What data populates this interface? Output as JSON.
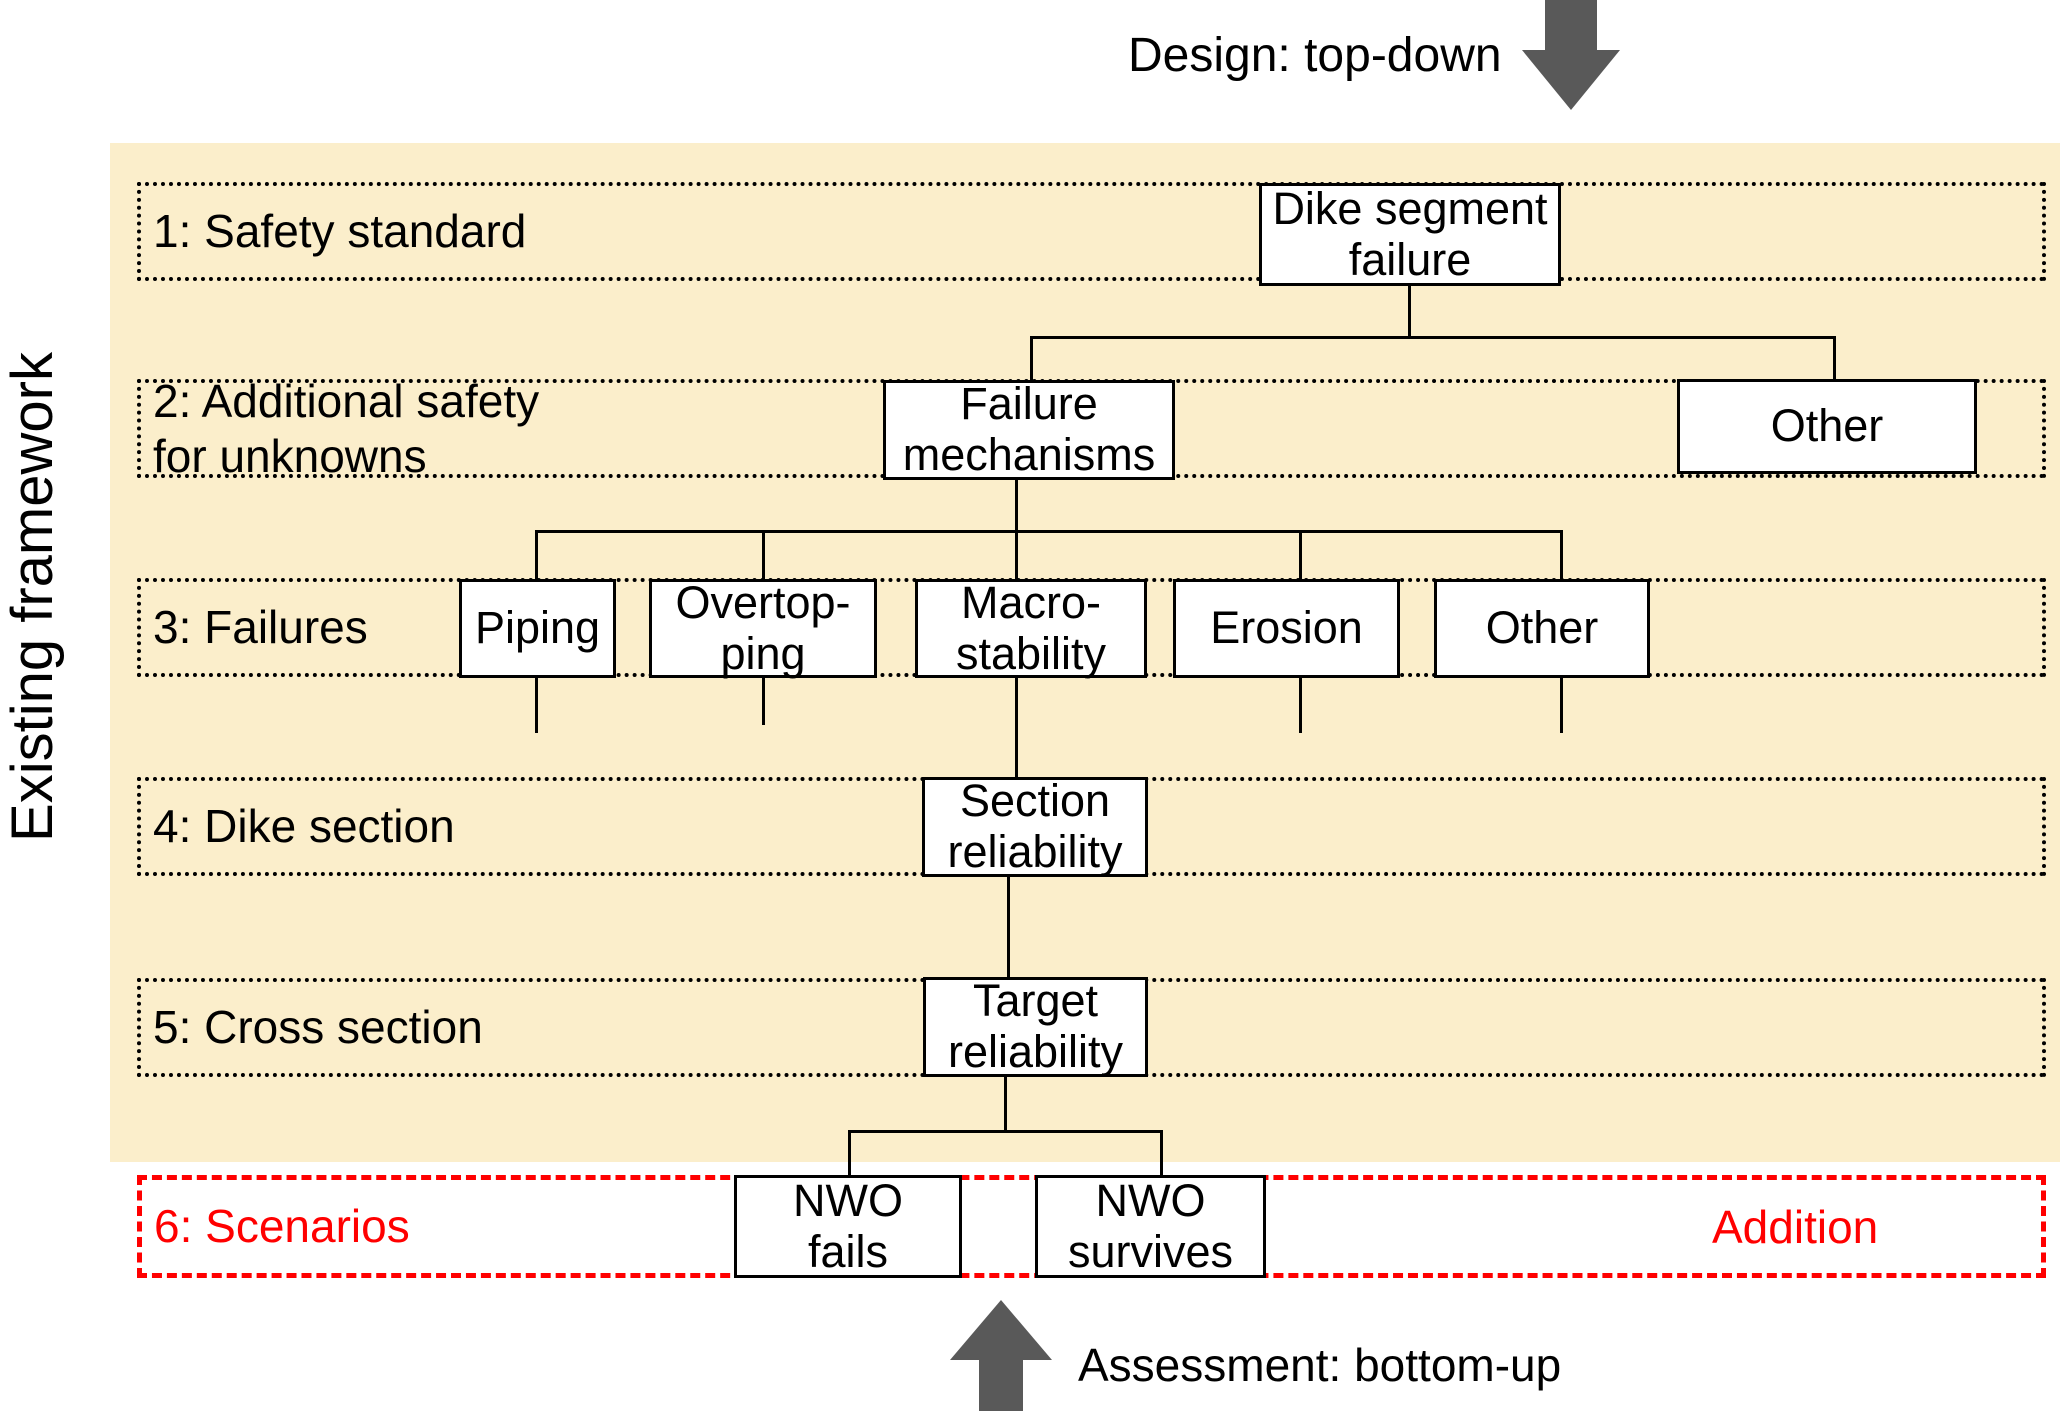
{
  "diagram": {
    "design_flow_label": "Design: top-down",
    "assessment_flow_label": "Assessment: bottom-up",
    "framework_label": "Existing framework",
    "addition_label": "Addition",
    "colors": {
      "panel_yellow": "#FBEECB",
      "accent_red": "#FF0000",
      "arrow_gray": "#595959",
      "line_black": "#000000"
    },
    "levels": [
      {
        "id": 1,
        "label": "1: Safety standard"
      },
      {
        "id": 2,
        "label": "2: Additional safety\nfor unknowns"
      },
      {
        "id": 3,
        "label": "3: Failures"
      },
      {
        "id": 4,
        "label": "4: Dike section"
      },
      {
        "id": 5,
        "label": "5: Cross section"
      },
      {
        "id": 6,
        "label": "6: Scenarios"
      }
    ],
    "nodes": {
      "dike_segment_failure": "Dike segment\nfailure",
      "failure_mechanisms": "Failure\nmechanisms",
      "other_level2": "Other",
      "piping": "Piping",
      "overtopping": "Overtop-\nping",
      "macro_stability": "Macro-\nstability",
      "erosion": "Erosion",
      "other_level3": "Other",
      "section_reliability": "Section\nreliability",
      "target_reliability": "Target\nreliability",
      "nwo_fails": "NWO\nfails",
      "nwo_survives": "NWO\nsurvives"
    }
  }
}
